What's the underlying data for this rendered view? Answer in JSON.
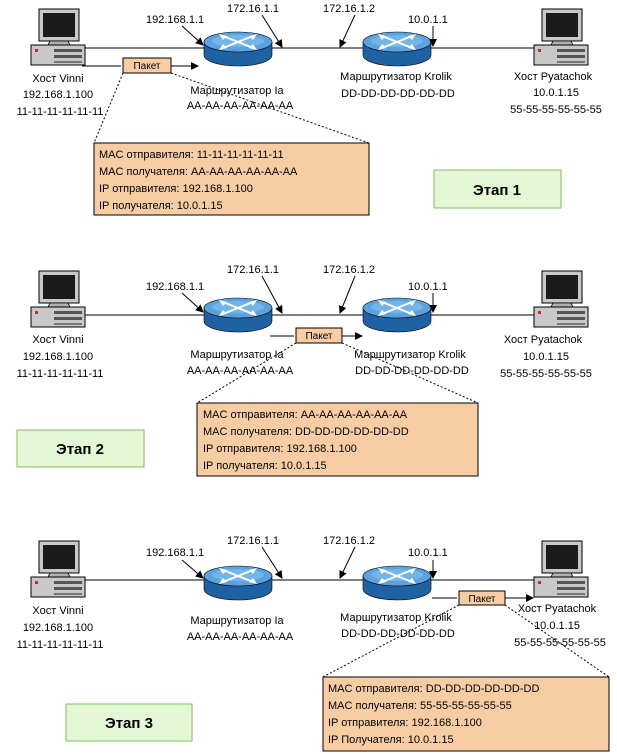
{
  "colors": {
    "router_fill": "#2e7ec9",
    "router_highlight": "#8ec7f0",
    "packet_fill": "#f8cda4",
    "info_fill": "#f8cda4",
    "stage_fill": "#e3f7d4",
    "stage_border": "#7fbf5f"
  },
  "icons": {
    "host": "computer-icon",
    "router": "router-icon"
  },
  "stages": [
    {
      "stage_label": "Этап 1",
      "ip_left": "192.168.1.1",
      "ip_mid1": "172.16.1.1",
      "ip_mid2": "172.16.1.2",
      "ip_right": "10.0.1.1",
      "host_left": {
        "name": "Хост Vinni",
        "ip": "192.168.1.100",
        "mac": "11-11-11-11-11-11"
      },
      "router_1": {
        "name": "Маршрутизатор Ia",
        "mac": "AA-AA-AA-AA-AA-AA"
      },
      "router_2": {
        "name": "Маршрутизатор Krolik",
        "mac": "DD-DD-DD-DD-DD-DD"
      },
      "host_right": {
        "name": "Хост Pyatachok",
        "ip": "10.0.1.15",
        "mac": "55-55-55-55-55-55"
      },
      "packet_label": "Пакет",
      "info_lines": [
        "MAC отправителя: 11-11-11-11-11-11",
        "MAC получателя: AA-AA-AA-AA-AA-AA",
        "IP отправителя: 192.168.1.100",
        "IP получателя: 10.0.1.15"
      ]
    },
    {
      "stage_label": "Этап 2",
      "ip_left": "192.168.1.1",
      "ip_mid1": "172.16.1.1",
      "ip_mid2": "172.16.1.2",
      "ip_right": "10.0.1.1",
      "host_left": {
        "name": "Хост Vinni",
        "ip": "192.168.1.100",
        "mac": "11-11-11-11-11-11"
      },
      "router_1": {
        "name": "Маршрутизатор Ia",
        "mac": "AA-AA-AA-AA-AA-AA"
      },
      "router_2": {
        "name": "Маршрутизатор Krolik",
        "mac": "DD-DD-DD-DD-DD-DD"
      },
      "host_right": {
        "name": "Хост Pyatachok",
        "ip": "10.0.1.15",
        "mac": "55-55-55-55-55-55"
      },
      "packet_label": "Пакет",
      "info_lines": [
        "MAC отправителя: AA-AA-AA-AA-AA-AA",
        "MAC получателя: DD-DD-DD-DD-DD-DD",
        "IP отправителя: 192.168.1.100",
        "IP получателя: 10.0.1.15"
      ]
    },
    {
      "stage_label": "Этап 3",
      "ip_left": "192.168.1.1",
      "ip_mid1": "172.16.1.1",
      "ip_mid2": "172.16.1.2",
      "ip_right": "10.0.1.1",
      "host_left": {
        "name": "Хост Vinni",
        "ip": "192.168.1.100",
        "mac": "11-11-11-11-11-11"
      },
      "router_1": {
        "name": "Маршрутизатор Ia",
        "mac": "AA-AA-AA-AA-AA-AA"
      },
      "router_2": {
        "name": "Маршрутизатор Krolik",
        "mac": "DD-DD-DD-DD-DD-DD"
      },
      "host_right": {
        "name": "Хост Pyatachok",
        "ip": "10.0.1.15",
        "mac": "55-55-55-55-55-55"
      },
      "packet_label": "Пакет",
      "info_lines": [
        "MAC отправителя: DD-DD-DD-DD-DD-DD",
        "MAC получателя: 55-55-55-55-55-55",
        "IP отправителя: 192.168.1.100",
        "IP Получателя: 10.0.1.15"
      ]
    }
  ]
}
